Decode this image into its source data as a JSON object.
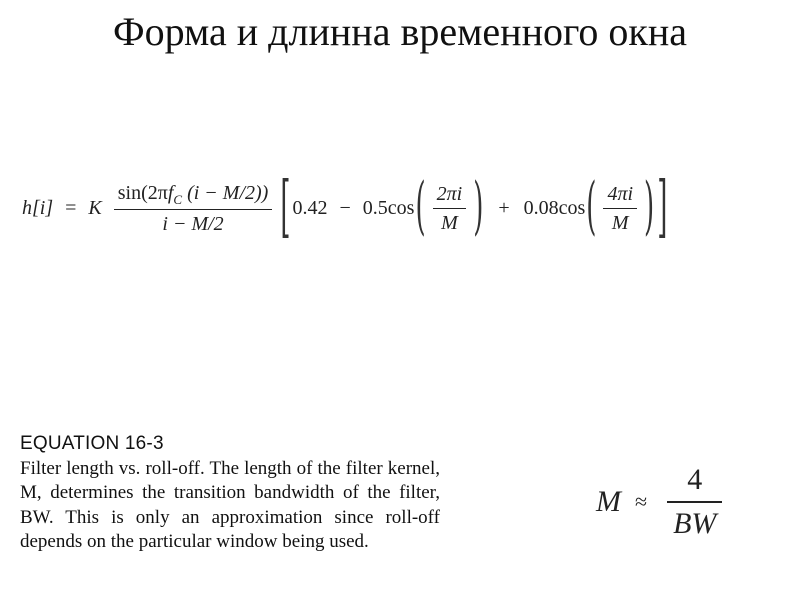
{
  "title": "Форма и длинна временного окна",
  "equation": {
    "lhs_h": "h",
    "lhs_index": "[i]",
    "eq": "=",
    "K": "K",
    "frac_num_pre": "sin(2π",
    "frac_num_f": "f",
    "frac_num_sub": "C",
    "frac_num_post": " (i − M/2))",
    "frac_den": "i − M/2",
    "left_bracket": "[",
    "term1": "0.42",
    "minus": "−",
    "term2": "0.5cos",
    "frac2_num": "2πi",
    "frac2_den": "M",
    "plus": "+",
    "term3": "0.08cos",
    "frac3_num": "4πi",
    "frac3_den": "M",
    "right_bracket": "]",
    "paren_open": "(",
    "paren_close": ")"
  },
  "caption": {
    "heading": "EQUATION 16-3",
    "text": "Filter length vs. roll-off.  The length of the filter kernel, M, determines the transition bandwidth of the filter, BW.  This is only an approximation since roll-off depends on the particular window being used."
  },
  "approx": {
    "M": "M",
    "symbol": "≈",
    "num": "4",
    "den": "BW"
  }
}
